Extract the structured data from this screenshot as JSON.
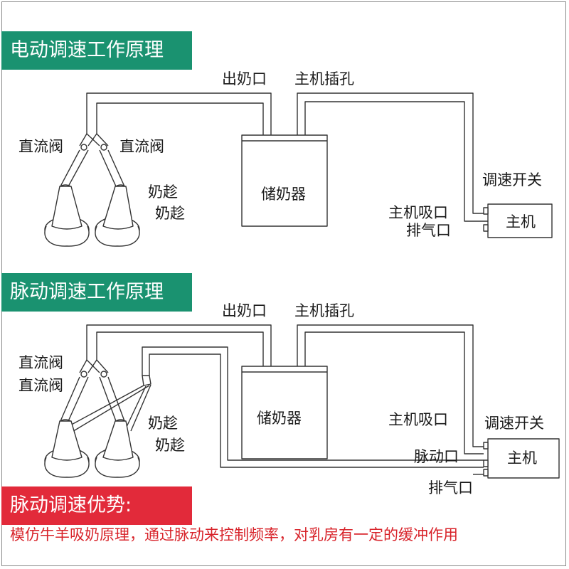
{
  "section1": {
    "title": "电动调速工作原理",
    "labels": {
      "outlet": "出奶口",
      "host_port": "主机插孔",
      "valve_left": "直流阀",
      "valve_right": "直流阀",
      "cup_1": "奶趁",
      "cup_2": "奶趁",
      "reservoir": "储奶器",
      "speed_switch": "调速开关",
      "host_suction": "主机吸口",
      "exhaust": "排气口",
      "host": "主机"
    }
  },
  "section2": {
    "title": "脉动调速工作原理",
    "labels": {
      "outlet": "出奶口",
      "host_port": "主机插孔",
      "valve_1": "直流阀",
      "valve_2": "直流阀",
      "cup_1": "奶趁",
      "cup_2": "奶趁",
      "reservoir": "储奶器",
      "host_suction": "主机吸口",
      "speed_switch": "调速开关",
      "pulse_port": "脉动口",
      "host": "主机",
      "exhaust": "排气口"
    }
  },
  "advantage": {
    "title": "脉动调速优势:",
    "description": "模仿牛羊吸奶原理，通过脉动来控制频率，对乳房有一定的缓冲作用"
  },
  "colors": {
    "green_banner": "#1a9270",
    "red_banner": "#e22a3a",
    "description_text": "#d8232a",
    "line": "#333333"
  }
}
